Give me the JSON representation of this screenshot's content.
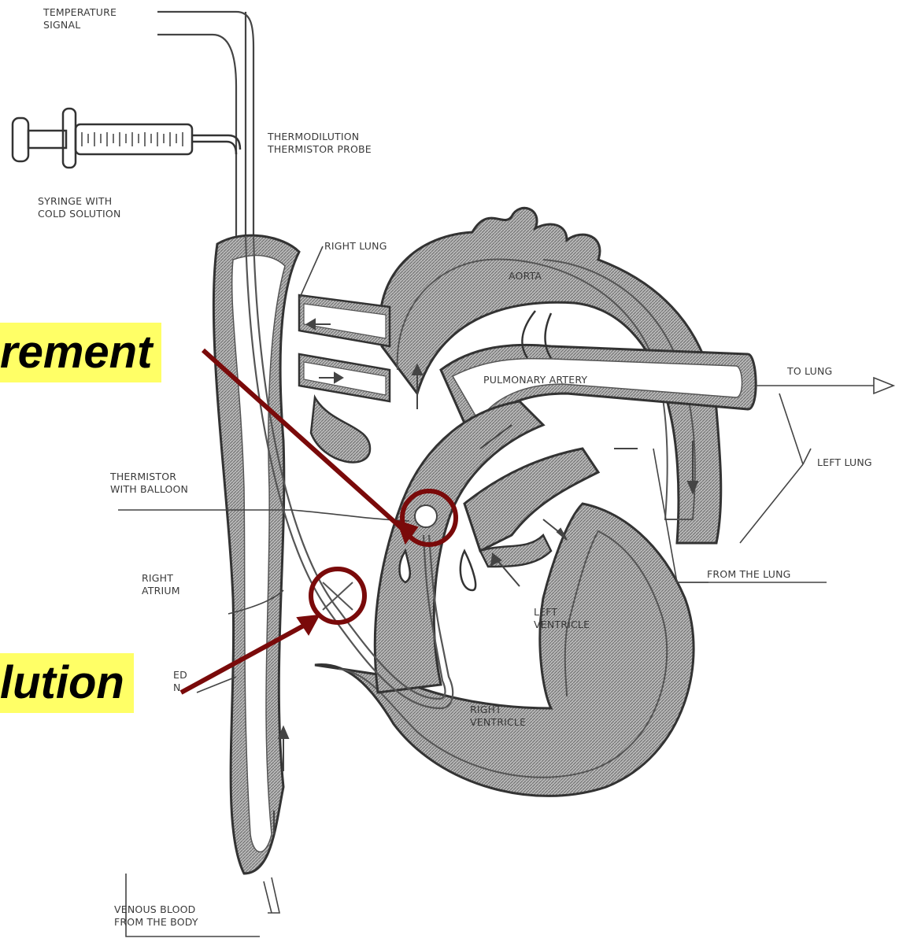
{
  "labels": {
    "temperature_signal": "TEMPERATURE\nSIGNAL",
    "thermodilution_probe": "THERMODILUTION\nTHERMISTOR PROBE",
    "syringe": "SYRINGE WITH\nCOLD SOLUTION",
    "right_lung": "RIGHT LUNG",
    "aorta": "AORTA",
    "pulmonary_artery": "PULMONARY ARTERY",
    "to_lung": "TO LUNG",
    "left_lung": "LEFT LUNG",
    "thermistor_balloon": "THERMISTOR\nWITH BALLOON",
    "from_the_lung": "FROM THE LUNG",
    "right_atrium": "RIGHT\nATRIUM",
    "left_ventricle": "LEFT\nVENTRICLE",
    "right_ventricle": "RIGHT\nVENTRICLE",
    "venous_blood": "VENOUS BLOOD\nFROM THE BODY",
    "partial_hidden": "ED\nN"
  },
  "callouts": {
    "measurement": "rement",
    "solution": "lution"
  },
  "colors": {
    "callout_bg": "#ffff66",
    "marker": "#7a0a0a",
    "line_art": "#3a3a3a",
    "wall_fill": "#8f8f8f"
  }
}
